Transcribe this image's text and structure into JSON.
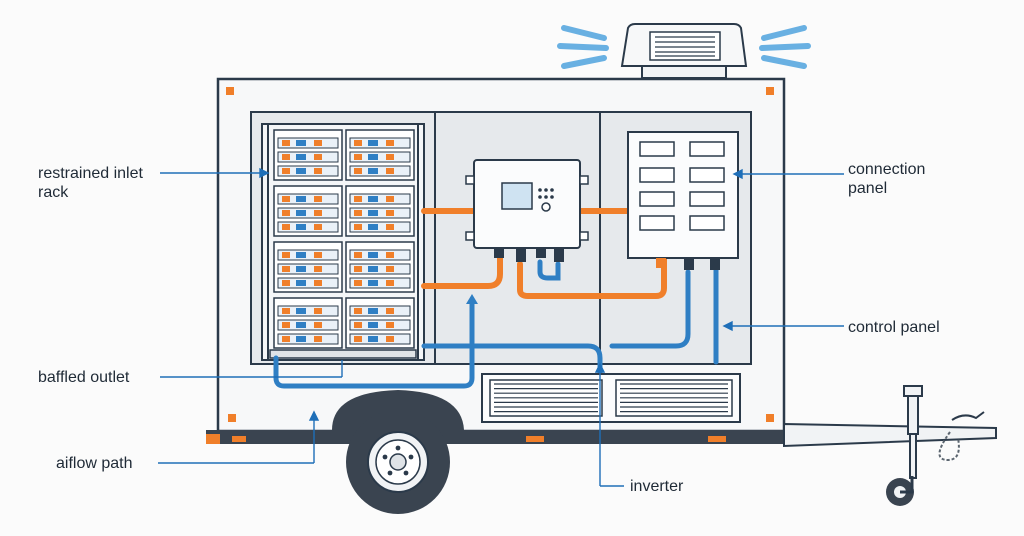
{
  "labels": {
    "restrained_inlet_rack": "restrained inlet rack",
    "connection_panel": "connection panel",
    "baffled_outlet": "baffled outlet",
    "control_panel": "control panel",
    "airflow_path": "aiflow path",
    "inverter": "inverter"
  },
  "colors": {
    "outline": "#2b3a4a",
    "callout": "#1f6fb8",
    "airflow_blue": "#2f7fc4",
    "cable_orange": "#f07f2a",
    "vent_blue": "#5aa8e0",
    "chassis": "#3a4450"
  },
  "icons": [
    "roof-vent-icon",
    "battery-module-icon",
    "wheel-icon",
    "trailer-jack-icon",
    "hitch-coupler-icon"
  ]
}
